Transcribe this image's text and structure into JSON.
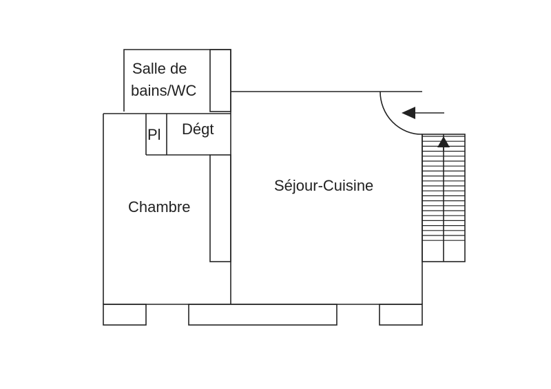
{
  "floorplan": {
    "rooms": {
      "salle_de_bains_line1": "Salle de",
      "salle_de_bains_line2": "bains/WC",
      "placard": "Pl",
      "degagement": "Dégt",
      "chambre": "Chambre",
      "sejour_cuisine": "Séjour-Cuisine"
    },
    "colors": {
      "line": "#222222",
      "background": "#ffffff"
    },
    "icons": {
      "entry_arrow": "arrow-left-icon",
      "stair_arrow": "arrow-up-icon",
      "door_swing": "door-arc-icon"
    }
  }
}
